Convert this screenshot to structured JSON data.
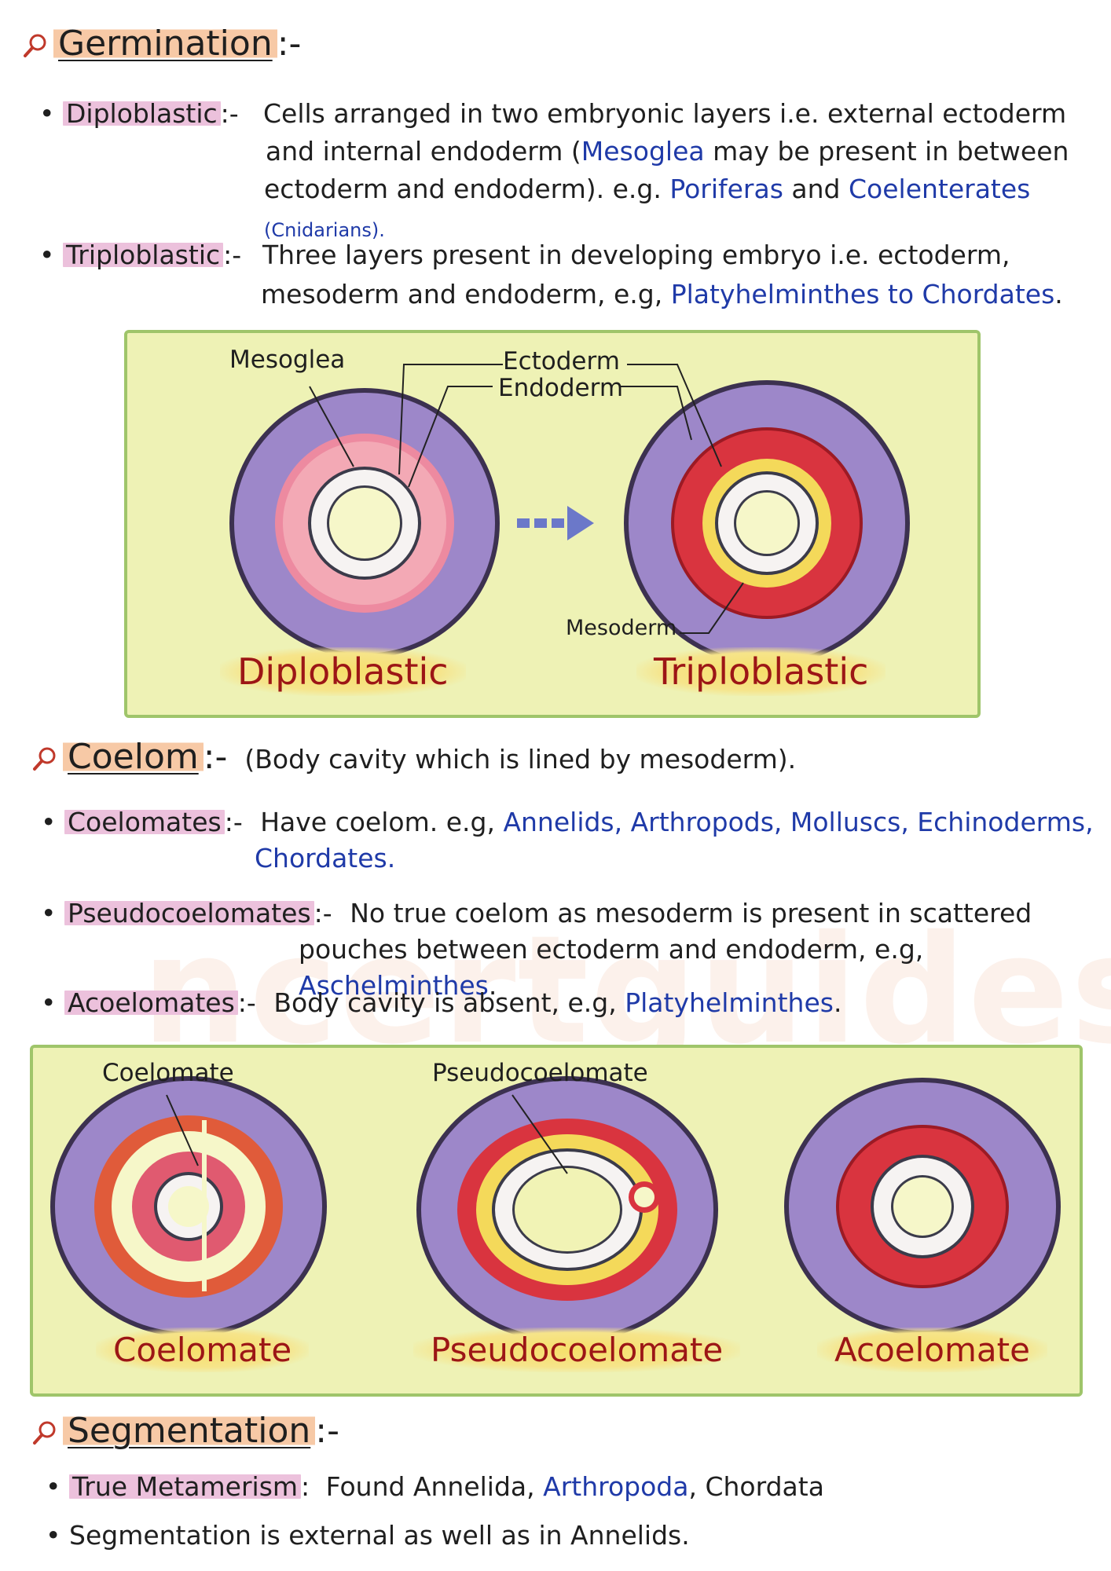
{
  "watermark": "ncertguides",
  "germination": {
    "heading": "Germination",
    "suffix": ":-",
    "diploblastic": {
      "term": "Diploblastic",
      "sep": ":-",
      "line1": "Cells arranged in two embryonic layers i.e. external ectoderm",
      "line2_a": "and internal endoderm (",
      "line2_b": "Mesoglea",
      "line2_c": " may be present in between",
      "line3_a": "ectoderm and endoderm). e.g. ",
      "line3_b": "Poriferas",
      "line3_c": " and ",
      "line3_d": "Coelenterates",
      "line3_e": " (Cnidarians)."
    },
    "triploblastic": {
      "term": "Triploblastic",
      "sep": ":-",
      "line1": "Three layers present in developing embryo i.e. ectoderm,",
      "line2_a": "mesoderm and endoderm, e.g, ",
      "line2_b": "Platyhelminthes to Chordates",
      "line2_c": "."
    }
  },
  "diagram1": {
    "labels": {
      "mesoglea": "Mesoglea",
      "ectoderm": "Ectoderm",
      "endoderm": "Endoderm",
      "mesoderm": "Mesoderm"
    },
    "titles": [
      "Diploblastic",
      "Triploblastic"
    ]
  },
  "coelom": {
    "heading": "Coelom",
    "suffix": ":-",
    "desc": "(Body cavity which is lined by mesoderm).",
    "coelomates": {
      "term": "Coelomates",
      "sep": ":-",
      "text_a": "Have coelom. e.g, ",
      "text_b": "Annelids, Arthropods, Molluscs, Echinoderms,",
      "text_c": "Chordates."
    },
    "pseudocoelomates": {
      "term": "Pseudocoelomates",
      "sep": ":-",
      "line1": "No true coelom as mesoderm is present in scattered",
      "line2_a": "pouches between ectoderm and endoderm, e.g, ",
      "line2_b": "Aschelminthes",
      "line2_c": "."
    },
    "acoelomates": {
      "term": "Acoelomates",
      "sep": ":-",
      "text_a": "Body cavity is absent, e.g, ",
      "text_b": "Platyhelminthes",
      "text_c": "."
    }
  },
  "diagram2": {
    "labels": {
      "coelomate": "Coelomate",
      "pseudocoelomate": "Pseudocoelomate"
    },
    "titles": [
      "Coelomate",
      "Pseudocoelomate",
      "Acoelomate"
    ]
  },
  "segmentation": {
    "heading": "Segmentation",
    "suffix": ":-",
    "item1_term": "True Metamerism",
    "item1_sep": ":",
    "item1_a": "Found Annelida, ",
    "item1_b": "Arthropoda",
    "item1_c": ", Chordata",
    "item2": "Segmentation is external as well as in Annelids."
  },
  "colors": {
    "ectoderm": "#9d87c9",
    "mesoglea": "#f3a9b5",
    "endoderm_ring": "#f6f3f2",
    "mesoderm": "#d9343f",
    "mesoderm_band": "#f2a25c",
    "cavity": "#f6f7c9",
    "link_blue": "#1f3aa8",
    "title_red": "#9c1616"
  }
}
